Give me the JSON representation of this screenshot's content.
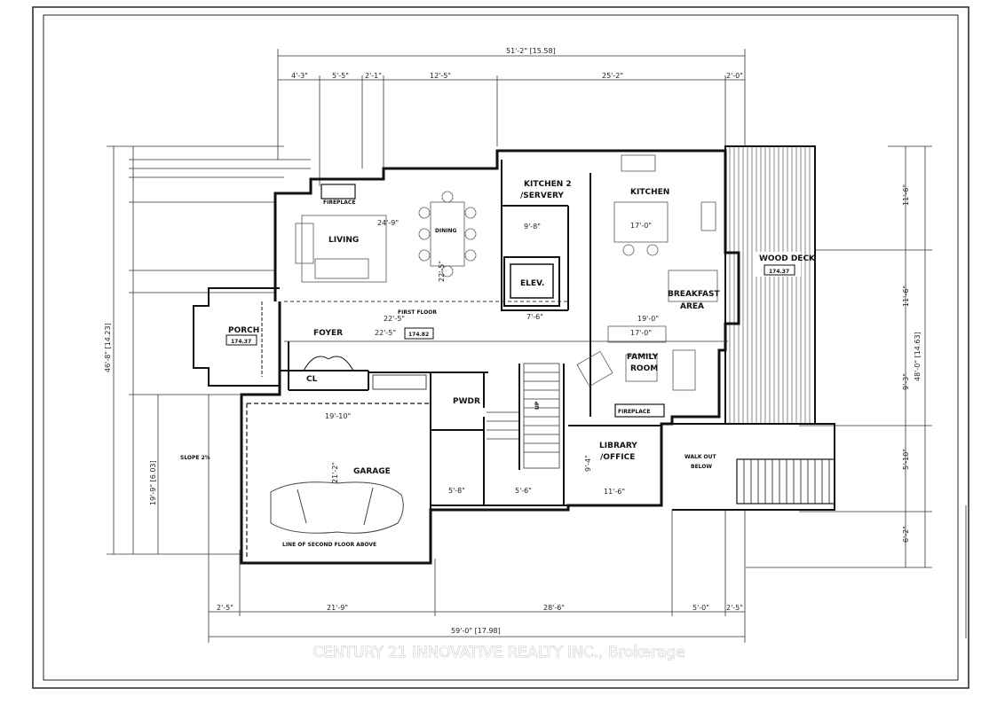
{
  "rooms": {
    "living": "LIVING",
    "dining": "DINING",
    "kitchen2": "KITCHEN 2",
    "servery": "/SERVERY",
    "kitchen": "KITCHEN",
    "elevator": "ELEV.",
    "breakfast1": "BREAKFAST",
    "breakfast2": "AREA",
    "family1": "FAMILY",
    "family2": "ROOM",
    "foyer": "FOYER",
    "porch": "PORCH",
    "closet": "CL",
    "pwdr": "PWDR",
    "garage": "GARAGE",
    "library1": "LIBRARY",
    "library2": "/OFFICE",
    "walkout1": "WALK OUT",
    "walkout2": "BELOW",
    "deck": "WOOD DECK",
    "first_floor": "FIRST FLOOR",
    "fireplace": "FIREPLACE",
    "second_floor_line": "LINE OF SECOND FLOOR ABOVE",
    "slope": "SLOPE 2%",
    "up": "UP"
  },
  "elevations": {
    "porch": "174.37",
    "floor": "174.82",
    "deck": "174.37"
  },
  "dims": {
    "top_total": "51'-2\" [15.58]",
    "top_1": "4'-3\"",
    "top_2": "5'-5\"",
    "top_3": "2'-1\"",
    "top_4": "12'-5\"",
    "top_5": "25'-2\"",
    "top_6": "2'-0\"",
    "bot_total": "59'-0\" [17.98]",
    "bot_1": "2'-5\"",
    "bot_2": "21'-9\"",
    "bot_3": "28'-6\"",
    "bot_4": "5'-0\"",
    "bot_5": "2'-5\"",
    "left_total": "46'-8\" [14.23]",
    "left_garage": "19'-9\" [6.03]",
    "right_total": "48'-0\" [14.63]",
    "living_w": "24'-9\"",
    "dining_d": "22'-5\"",
    "first_floor_w": "22'-5\"",
    "foyer_w": "22'-5\"",
    "kitchen_w": "17'-0\"",
    "breakfast_w": "19'-0\"",
    "family_w": "17'-0\"",
    "garage_w": "19'-10\"",
    "garage_d": "21'-2\"",
    "library_w": "11'-6\"",
    "library_d": "9'-4\"",
    "elev_w": "7'-6\"",
    "hall_w": "9'-8\"",
    "pwdr_w": "5'-8\"",
    "stair_w": "5'-6\"",
    "right_11a": "11'-6\"",
    "right_11b": "11'-6\"",
    "right_9": "9'-3\"",
    "right_5": "5'-10\"",
    "right_6": "6'-2\""
  },
  "watermark": "CENTURY 21 INNOVATIVE REALTY INC., Brokerage"
}
